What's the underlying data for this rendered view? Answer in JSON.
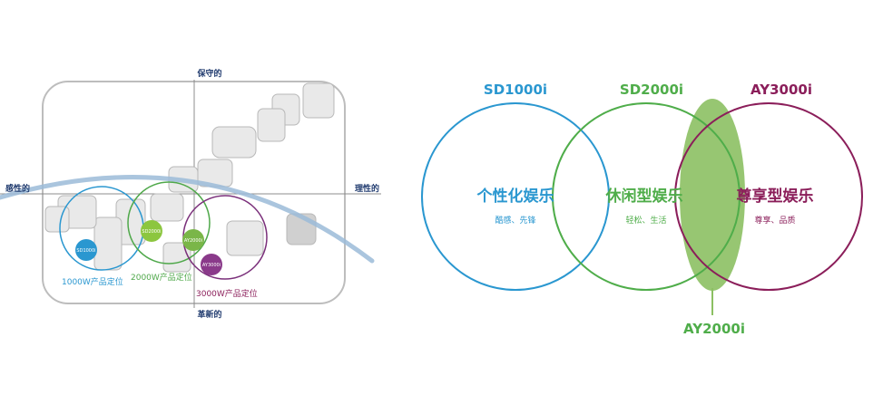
{
  "positioning_map": {
    "axis_top": "保守的",
    "axis_bottom": "革新的",
    "axis_left": "感性的",
    "axis_right": "理性的",
    "circles": [
      {
        "badge": "SD1000i",
        "caption": "1000W产品定位",
        "color": "#2a97d0",
        "badge_color": "#2a97d0"
      },
      {
        "badge": "SD2000i",
        "caption": "2000W产品定位",
        "color": "#4fa84a",
        "badge_color": "#8cc63f"
      },
      {
        "badge": "AY2000i",
        "caption": "",
        "color": "#7a2f7a",
        "badge_color": "#7ab648"
      },
      {
        "badge": "AY3000i",
        "caption": "3000W产品定位",
        "color": "#7a2f7a",
        "badge_color": "#8a3a8a"
      }
    ]
  },
  "venn": {
    "sets": [
      {
        "name": "SD1000i",
        "main": "个性化娱乐",
        "sub": "酷感、先锋",
        "color": "#2a97d0"
      },
      {
        "name": "SD2000i",
        "main": "休闲型娱乐",
        "sub": "轻松、生活",
        "color": "#4fad4a"
      },
      {
        "name": "AY3000i",
        "main": "尊享型娱乐",
        "sub": "尊享、品质",
        "color": "#8b1e5a"
      }
    ],
    "overlap_label": "AY2000i",
    "colors": {
      "overlap_fill": "#8cc063",
      "overlap_text": "#4fad4a"
    }
  }
}
